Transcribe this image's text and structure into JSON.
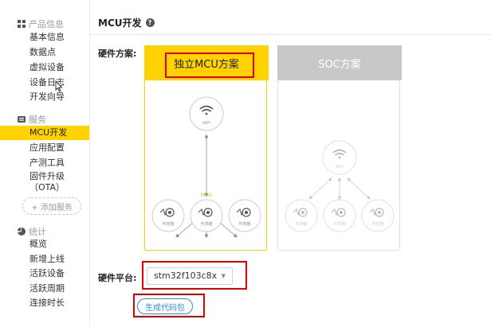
{
  "sidebar": {
    "groups": [
      {
        "title": "产品信息",
        "icon": "grid-icon",
        "items": [
          "基本信息",
          "数据点",
          "虚拟设备",
          "设备日志",
          "开发向导"
        ]
      },
      {
        "title": "服务",
        "icon": "layers-icon",
        "items": [
          "MCU开发",
          "应用配置",
          "产测工具",
          "固件升级",
          "（OTA）"
        ]
      },
      {
        "title": "统计",
        "icon": "pie-chart-icon",
        "items": [
          "概览",
          "新增上线",
          "活跃设备",
          "活跃周期",
          "连接时长"
        ]
      }
    ],
    "active_item": "MCU开发",
    "add_service": "+ 添加服务"
  },
  "main": {
    "title": "MCU开发",
    "hardware_scheme_label": "硬件方案:",
    "hardware_platform_label": "硬件平台:",
    "cards": {
      "mcu": {
        "title": "独立MCU方案",
        "wifi_label": "WiFi",
        "mcu_label": "MCU",
        "sensor_label": "传感器"
      },
      "soc": {
        "title": "SOC方案",
        "wifi_label": "WiFi",
        "sensor_label": "传感器"
      }
    },
    "platform_select": {
      "value": "stm32f103c8x"
    },
    "generate_button": "生成代码包"
  },
  "colors": {
    "accent": "#ffd200",
    "highlight_box": "#e00000",
    "link_blue": "#2a8fd4",
    "disabled_gray": "#c8c8c8"
  }
}
